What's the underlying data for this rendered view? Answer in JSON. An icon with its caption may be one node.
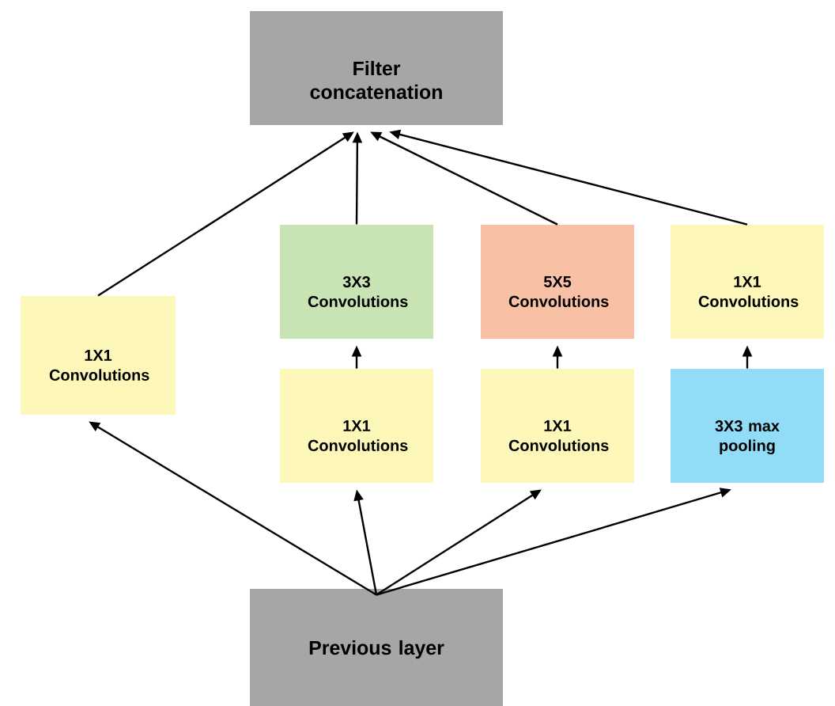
{
  "diagram": {
    "nodes": [
      {
        "text": [
          "Filter concatenation"
        ]
      },
      {
        "text": [
          "1X1 Convolutions"
        ]
      },
      {
        "text": [
          "3X3 Convolutions"
        ]
      },
      {
        "text": [
          "5X5 Convolutions"
        ]
      },
      {
        "text": [
          "1X1 Convolutions"
        ]
      },
      {
        "text": [
          "1X1 Convolutions"
        ]
      },
      {
        "text": [
          "1X1 Convolutions"
        ]
      },
      {
        "text": [
          "3X3 max pooling"
        ]
      },
      {
        "text": [
          "Previous layer"
        ]
      }
    ],
    "edges": [
      {
        "from": 8,
        "to": 1,
        "arrow": "to"
      },
      {
        "from": 8,
        "to": 5,
        "arrow": "to"
      },
      {
        "from": 8,
        "to": 6,
        "arrow": "to"
      },
      {
        "from": 8,
        "to": 7,
        "arrow": "to"
      },
      {
        "from": 5,
        "to": 2,
        "arrow": "to"
      },
      {
        "from": 6,
        "to": 3,
        "arrow": "to"
      },
      {
        "from": 7,
        "to": 4,
        "arrow": "to"
      },
      {
        "from": 1,
        "to": 0,
        "arrow": "to"
      },
      {
        "from": 2,
        "to": 0,
        "arrow": "to"
      },
      {
        "from": 3,
        "to": 0,
        "arrow": "to"
      },
      {
        "from": 4,
        "to": 0,
        "arrow": "to"
      }
    ]
  }
}
